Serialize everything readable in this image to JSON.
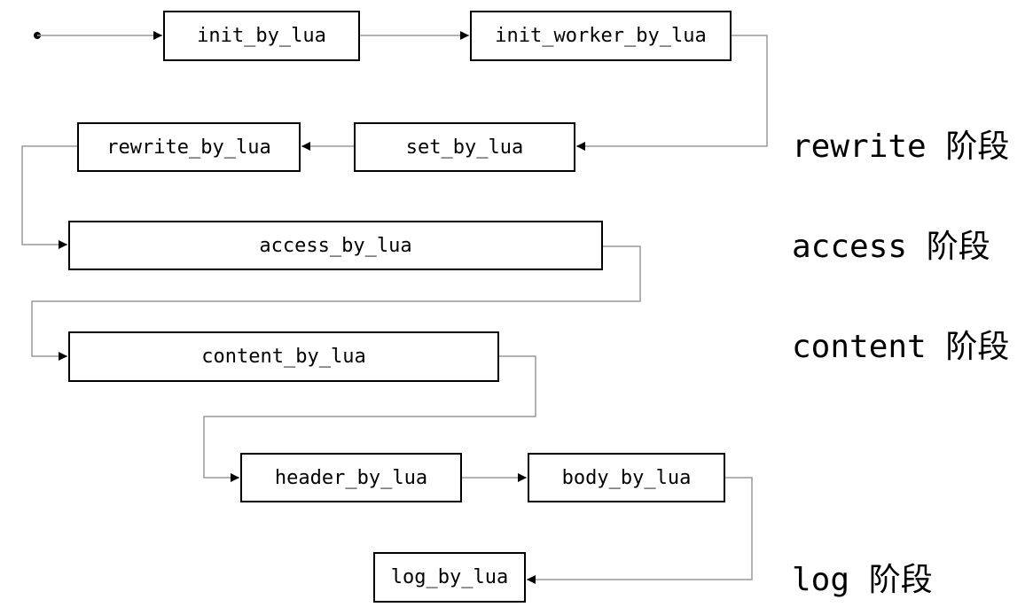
{
  "nodes": {
    "init": "init_by_lua",
    "init_worker": "init_worker_by_lua",
    "set": "set_by_lua",
    "rewrite": "rewrite_by_lua",
    "access": "access_by_lua",
    "content": "content_by_lua",
    "header": "header_by_lua",
    "body": "body_by_lua",
    "log": "log_by_lua"
  },
  "phases": {
    "rewrite": "rewrite 阶段",
    "access": "access 阶段",
    "content": "content 阶段",
    "log": "log 阶段"
  },
  "colors": {
    "line": "#999999",
    "box_border": "#000000",
    "arrowhead": "#000000",
    "text": "#000000"
  }
}
